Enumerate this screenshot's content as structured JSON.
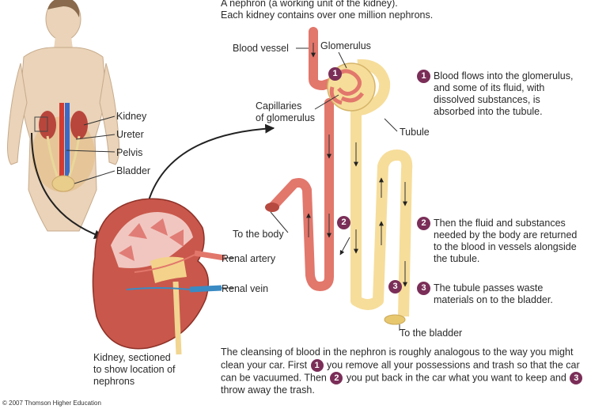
{
  "header": {
    "line1": "A nephron (a working unit of the kidney).",
    "line2": "Each kidney contains over one million nephrons."
  },
  "labels": {
    "blood_vessel": "Blood vessel",
    "glomerulus": "Glomerulus",
    "capillaries_1": "Capillaries",
    "capillaries_2": "of glomerulus",
    "tubule": "Tubule",
    "to_the_body": "To the body",
    "to_the_bladder": "To the bladder",
    "kidney": "Kidney",
    "ureter": "Ureter",
    "pelvis": "Pelvis",
    "bladder": "Bladder",
    "renal_artery": "Renal artery",
    "renal_vein": "Renal vein",
    "kidney_sectioned_1": "Kidney, sectioned",
    "kidney_sectioned_2": "to show location of",
    "kidney_sectioned_3": "nephrons"
  },
  "steps": [
    {
      "num": "1",
      "text": "Blood flows into the glomerulus,\nand some of its fluid, with\ndissolved substances, is\nabsorbed into the tubule."
    },
    {
      "num": "2",
      "text": "Then the fluid and substances\nneeded by the body are returned\nto the blood in vessels alongside\nthe tubule."
    },
    {
      "num": "3",
      "text": "The tubule passes waste\nmaterials on to the bladder."
    }
  ],
  "caption": {
    "part1": "The cleansing of blood in the nephron is roughly analogous to the way you might clean your car. First",
    "badge1": "1",
    "part2": "you remove all your possessions and trash so that the car can be vacuumed. Then",
    "badge2": "2",
    "part3": "you put back in the car what you want to keep and",
    "badge3": "3",
    "part4": "throw away the trash."
  },
  "diagram_badges": [
    "1",
    "2",
    "3"
  ],
  "copyright": "© 2007 Thomson Higher Education",
  "colors": {
    "badge": "#7a2e58",
    "vessel": "#e2776c",
    "tubule": "#f6dd9a",
    "skin": "#ead3b8",
    "kidney_tissue": "#c9574b"
  }
}
